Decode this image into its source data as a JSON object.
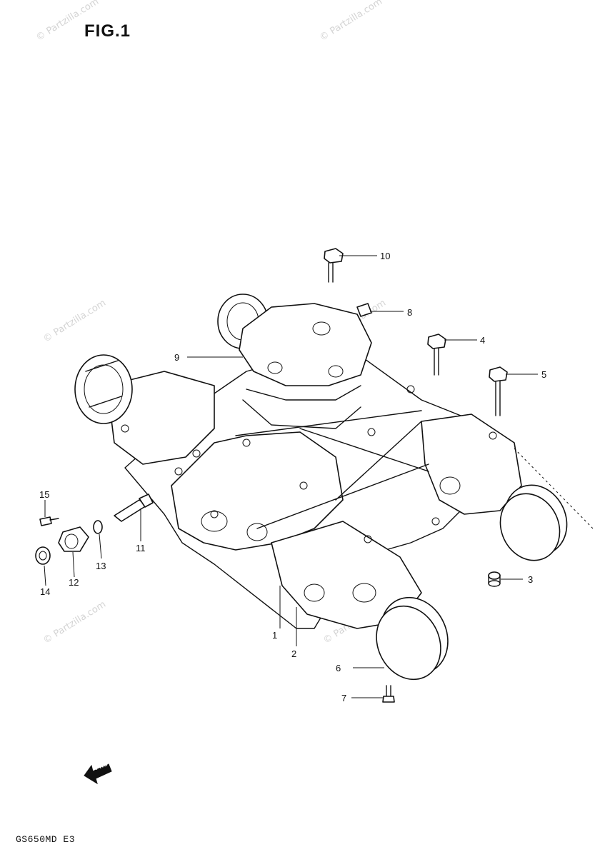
{
  "title": "FIG.1",
  "footer_code": "GS650MD E3",
  "watermark": "© Partzilla.com",
  "front_marker": "FWD",
  "callouts": [
    {
      "id": "c1",
      "number": "1"
    },
    {
      "id": "c2",
      "number": "2"
    },
    {
      "id": "c3",
      "number": "3"
    },
    {
      "id": "c4",
      "number": "4"
    },
    {
      "id": "c5",
      "number": "5"
    },
    {
      "id": "c6",
      "number": "6"
    },
    {
      "id": "c7",
      "number": "7"
    },
    {
      "id": "c8",
      "number": "8"
    },
    {
      "id": "c9",
      "number": "9"
    },
    {
      "id": "c10",
      "number": "10"
    },
    {
      "id": "c11",
      "number": "11"
    },
    {
      "id": "c12",
      "number": "12"
    },
    {
      "id": "c13",
      "number": "13"
    },
    {
      "id": "c14",
      "number": "14"
    },
    {
      "id": "c15",
      "number": "15"
    }
  ]
}
